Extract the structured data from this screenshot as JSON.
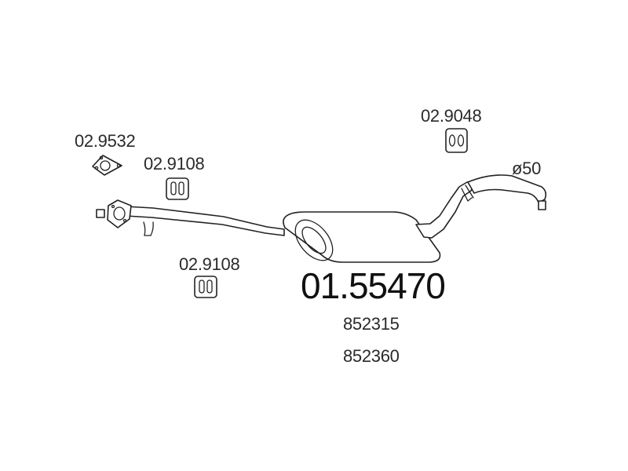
{
  "main_part_number": "01.55470",
  "cross_references": [
    "852315",
    "852360"
  ],
  "accessories": {
    "flange_gasket": "02.9532",
    "hanger_upper_left": "02.9108",
    "hanger_lower_left": "02.9108",
    "hanger_rear": "02.9048"
  },
  "outlet_diameter": "ø50",
  "colors": {
    "line": "#222222",
    "text": "#2a2a2a",
    "background": "#ffffff"
  }
}
